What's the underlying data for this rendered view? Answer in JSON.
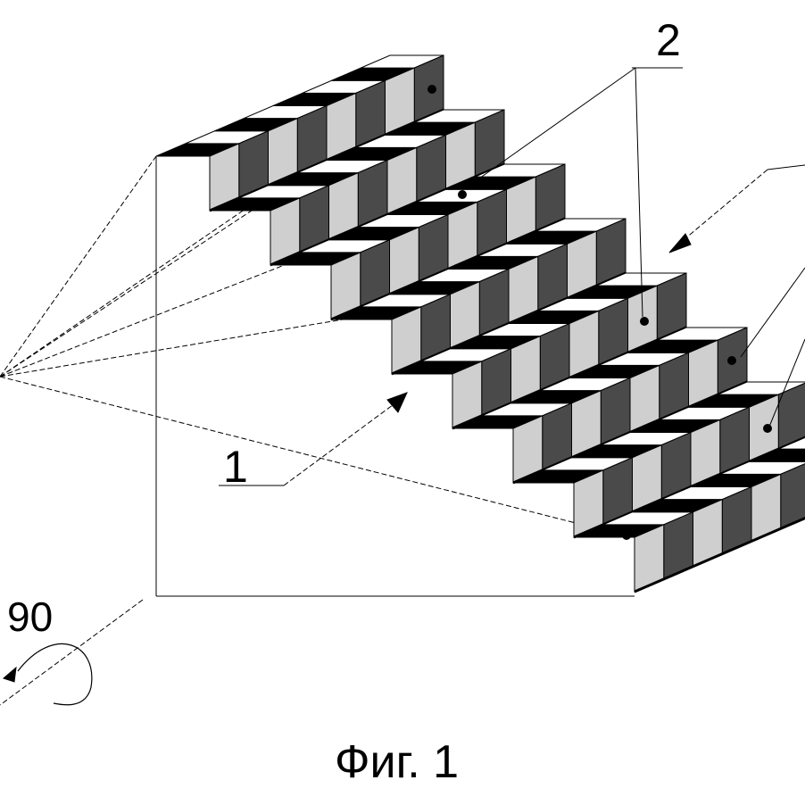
{
  "figure": {
    "caption": "Фиг. 1",
    "labels": {
      "part_1": "1",
      "part_2": "2",
      "angle": "90"
    },
    "colors": {
      "ink": "#000000",
      "light_shade": "#cfcfcf",
      "dark_shade": "#4a4a4a",
      "paper": "#ffffff"
    },
    "staircase": {
      "steps": 8,
      "stripes_per_step": 8
    }
  }
}
